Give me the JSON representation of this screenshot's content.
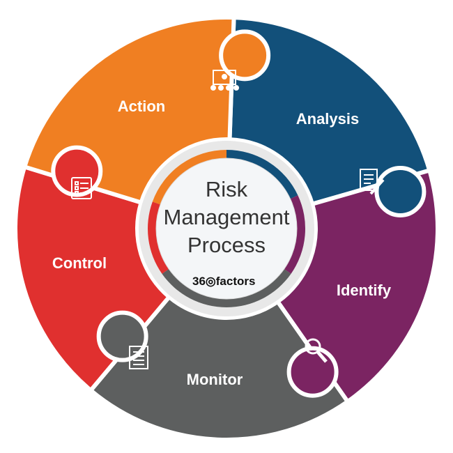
{
  "center": {
    "title_lines": [
      "Risk",
      "Management",
      "Process"
    ],
    "logo": "36◎factors"
  },
  "segments": [
    {
      "label": "Analysis",
      "color": "#12507A",
      "icon": "document-pen-icon"
    },
    {
      "label": "Identify",
      "color": "#7B2462",
      "icon": "magnifier-icon"
    },
    {
      "label": "Monitor",
      "color": "#5D5F5F",
      "icon": "list-document-icon"
    },
    {
      "label": "Control",
      "color": "#E0302F",
      "icon": "checklist-icon"
    },
    {
      "label": "Action",
      "color": "#F07F22",
      "icon": "presentation-icon"
    }
  ]
}
